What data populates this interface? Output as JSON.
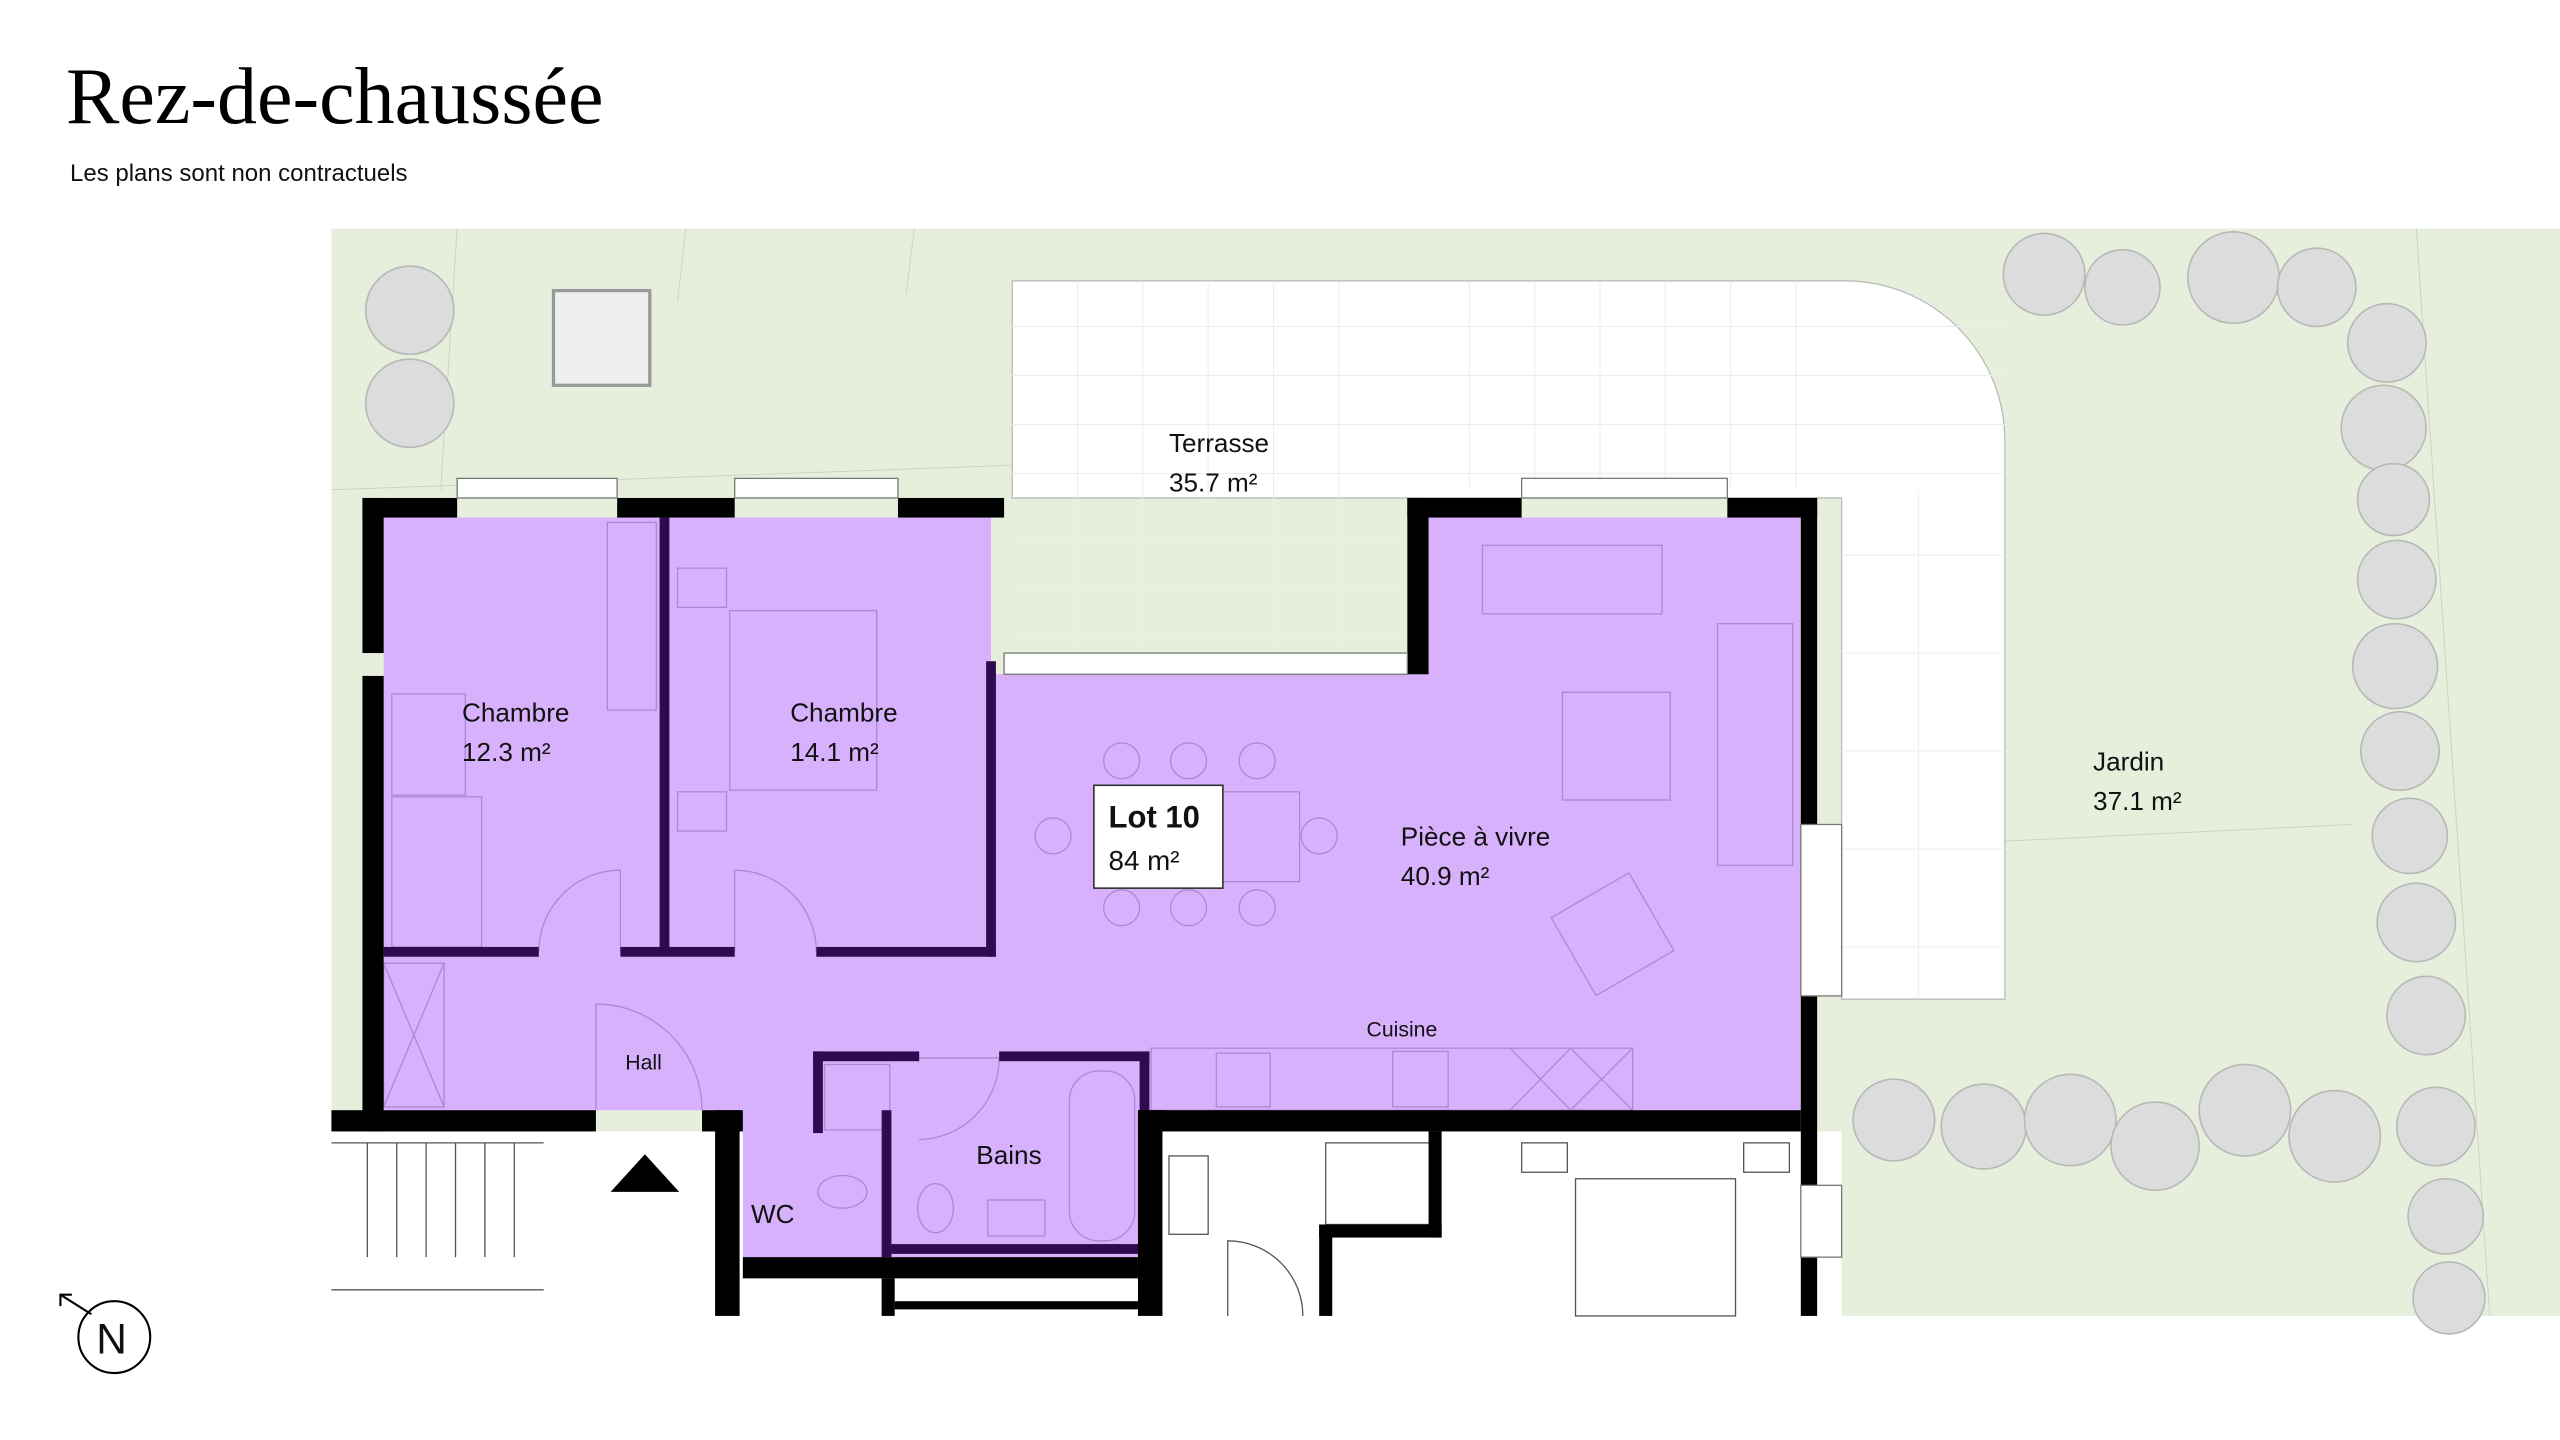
{
  "header": {
    "title": "Rez-de-chaussée",
    "subtitle": "Les plans sont non contractuels"
  },
  "lot": {
    "name": "Lot 10",
    "area": "84 m²"
  },
  "rooms": [
    {
      "name": "Chambre",
      "area": "12.3 m²"
    },
    {
      "name": "Chambre",
      "area": "14.1 m²"
    },
    {
      "name": "Pièce à vivre",
      "area": "40.9 m²"
    },
    {
      "name": "Terrasse",
      "area": "35.7 m²"
    },
    {
      "name": "Jardin",
      "area": "37.1 m²"
    },
    {
      "name": "Cuisine"
    },
    {
      "name": "Hall"
    },
    {
      "name": "Bains"
    },
    {
      "name": "WC"
    }
  ],
  "compass": {
    "label": "N",
    "icon": "north-arrow-icon"
  },
  "colors": {
    "lot_fill": "#d8b1fd",
    "garden": "#e6efdc",
    "wall": "#000000",
    "interior_wall": "#2d0b4e",
    "tree": "#dcdcdc"
  }
}
